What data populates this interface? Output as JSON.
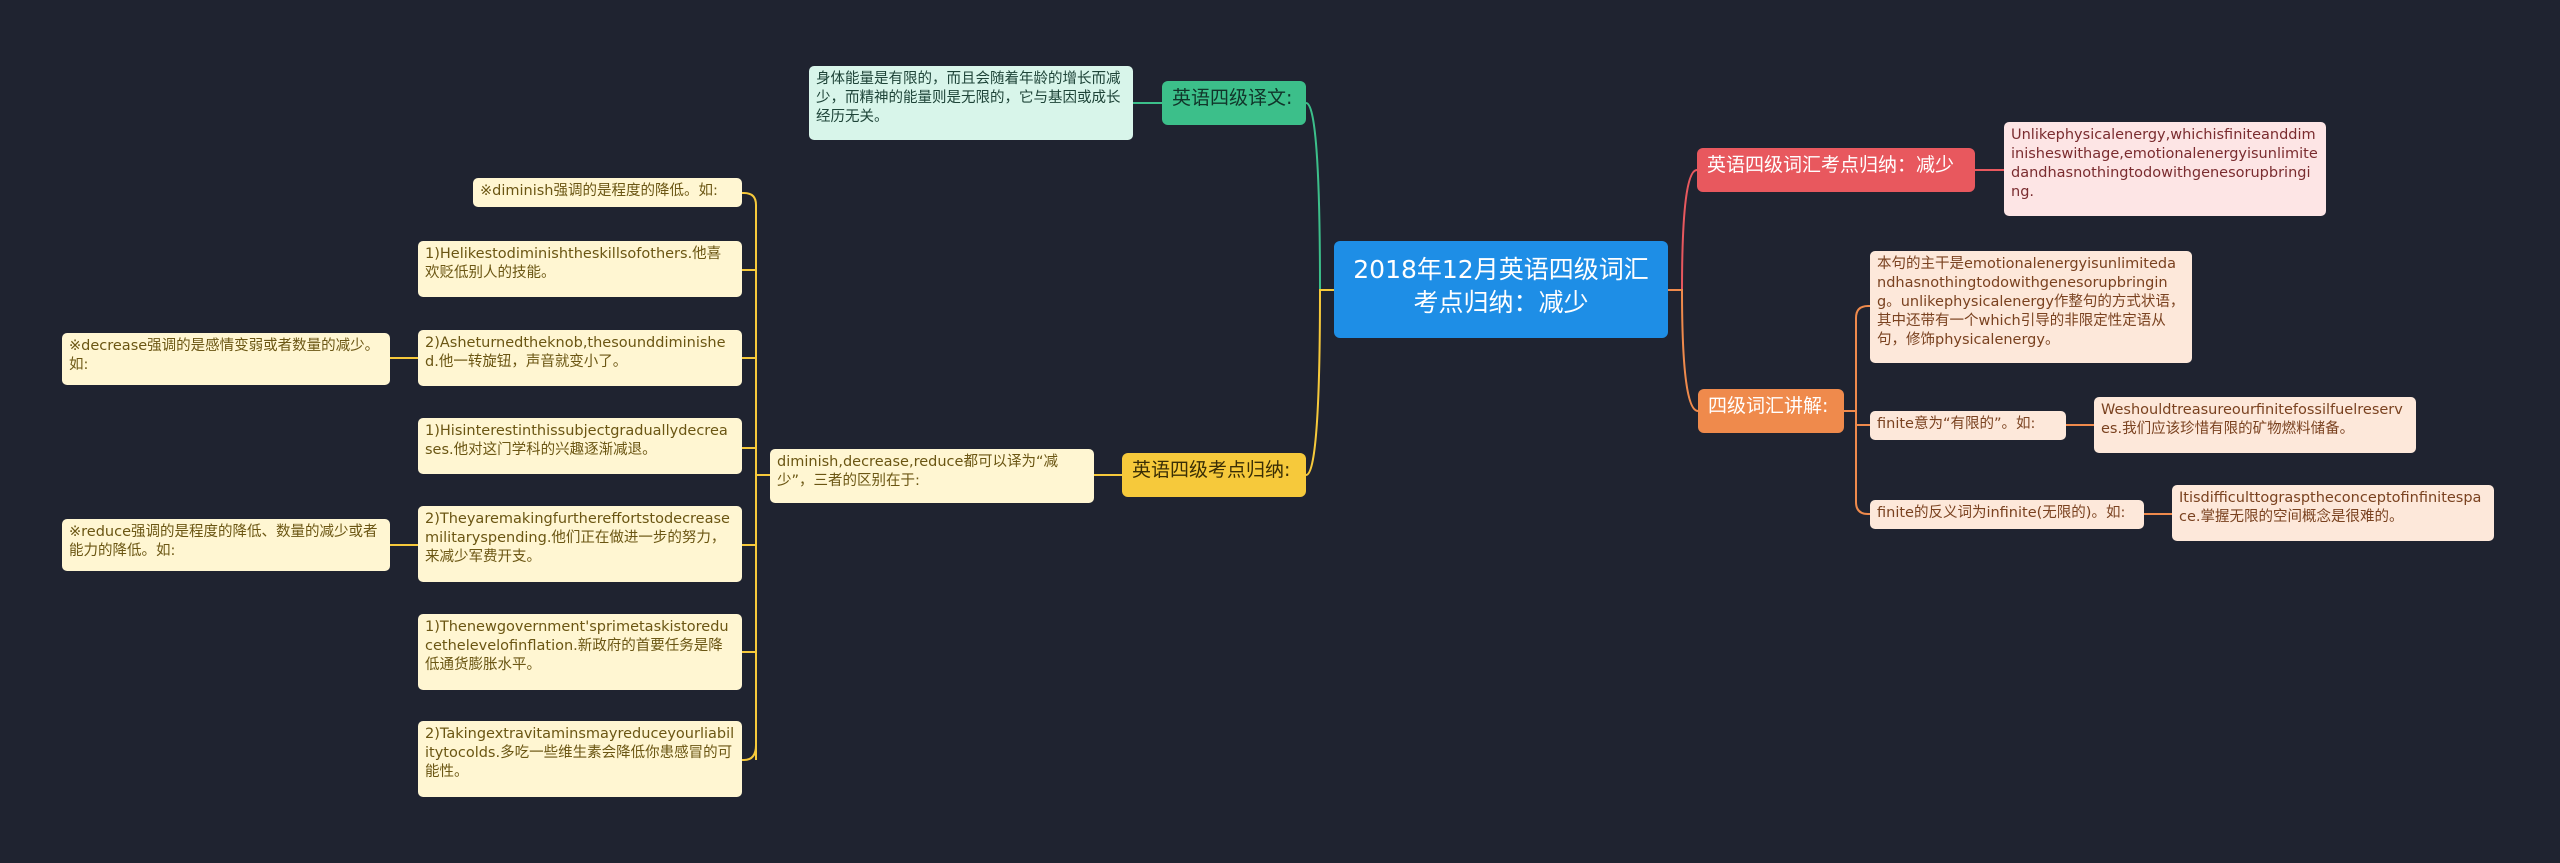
{
  "root": {
    "title": "2018年12月英语四级词汇考点归纳：减少"
  },
  "branches": {
    "translation": {
      "label": "英语四级译文:",
      "text": "身体能量是有限的，而且会随着年龄的增长而减少，而精神的能量则是无限的，它与基因或成长经历无关。"
    },
    "points": {
      "label": "英语四级考点归纳:",
      "intro": "diminish,decrease,reduce都可以译为“减少”，三者的区别在于:",
      "items": [
        "※diminish强调的是程度的降低。如:",
        "1)Helikestodiminishtheskillsofothers.他喜欢贬低别人的技能。",
        "2)Asheturnedtheknob,thesounddiminished.他一转旋钮，声音就变小了。",
        "1)Hisinterestinthissubjectgraduallydecreases.他对这门学科的兴趣逐渐减退。",
        "2)Theyaremakingfurthereffortstodecreasemilitaryspending.他们正在做进一步的努力，来减少军费开支。",
        "1)Thenewgovernment'sprimetaskistoreducethelevelofinflation.新政府的首要任务是降低通货膨胀水平。",
        "2)Takingextravitaminsmayreduceyourliabilitytocolds.多吃一些维生素会降低你患感冒的可能性。"
      ],
      "side_notes": [
        "※decrease强调的是感情变弱或者数量的减少。如:",
        "※reduce强调的是程度的降低、数量的减少或者能力的降低。如:"
      ]
    },
    "summary": {
      "label": "英语四级词汇考点归纳：减少",
      "text": "Unlikephysicalenergy,whichisfiniteanddiminisheswithage,emotionalenergyisunlimitedandhasnothingtodowithgenesorupbringing."
    },
    "explain": {
      "label": "四级词汇讲解:",
      "note": "本句的主干是emotionalenergyisunlimitedandhasnothingtodowithgenesorupbringing。unlikephysicalenergy作整句的方式状语，其中还带有一个which引导的非限定性定语从句，修饰physicalenergy。",
      "finite_label": "finite意为“有限的”。如:",
      "finite_example": "Weshouldtreasureourfinitefossilfuelreserves.我们应该珍惜有限的矿物燃料储备。",
      "infinite_label": "finite的反义词为infinite(无限的)。如:",
      "infinite_example": "Itisdifficulttograsptheconceptofinfinitespace.掌握无限的空间概念是很难的。"
    }
  },
  "colors": {
    "background": "#1f2330",
    "root": "#1e8ee6",
    "green": "#3cbf8a",
    "yellow": "#f6c93b",
    "red": "#e8585e",
    "orange": "#ef8a4c"
  }
}
